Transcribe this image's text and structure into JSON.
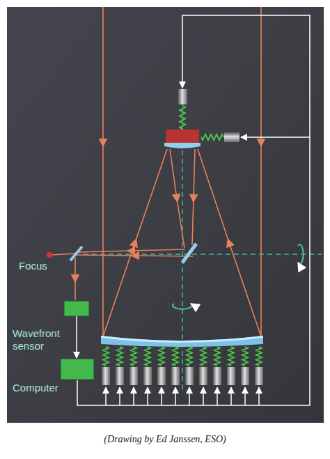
{
  "diagram": {
    "caption": "(Drawing by Ed Janssen, ESO)",
    "nodes": [
      {
        "text": [
          "Wavefront sensor"
        ]
      },
      {
        "text": [
          "Computer"
        ]
      }
    ],
    "edges": [
      {
        "from": 0,
        "to": 1,
        "arrow": "to"
      }
    ],
    "labels": [
      "Focus"
    ]
  }
}
